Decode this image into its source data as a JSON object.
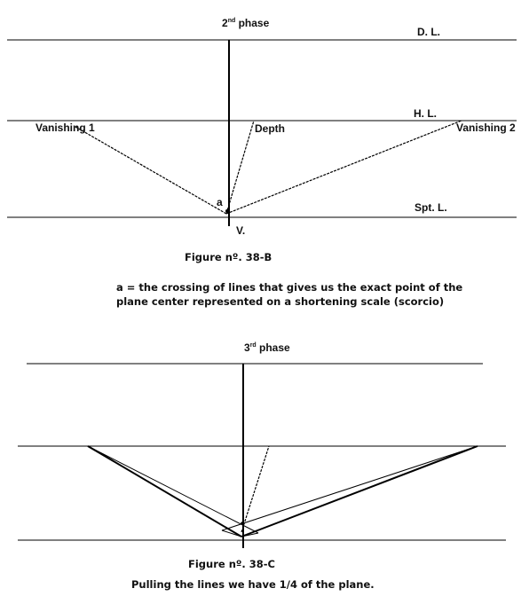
{
  "figure_b": {
    "phase_num": "2",
    "phase_sup": "nd",
    "phase_word": " phase",
    "dl_label": "D. L.",
    "hl_label": "H. L.",
    "spt_label": "Spt. L.",
    "vanishing1": "Vanishing 1",
    "vanishing2": "Vanishing 2",
    "depth": "Depth",
    "a_label": "a",
    "v_label": "V.",
    "caption": "Figure nº. 38-B",
    "note_line1": "a = the crossing of lines that gives us the exact point of the",
    "note_line2": "plane center represented on a shortening scale (scorcio)"
  },
  "figure_c": {
    "phase_num": "3",
    "phase_sup": "rd",
    "phase_word": " phase",
    "caption": "Figure nº. 38-C",
    "note": "Pulling the lines we have 1/4 of the plane."
  }
}
